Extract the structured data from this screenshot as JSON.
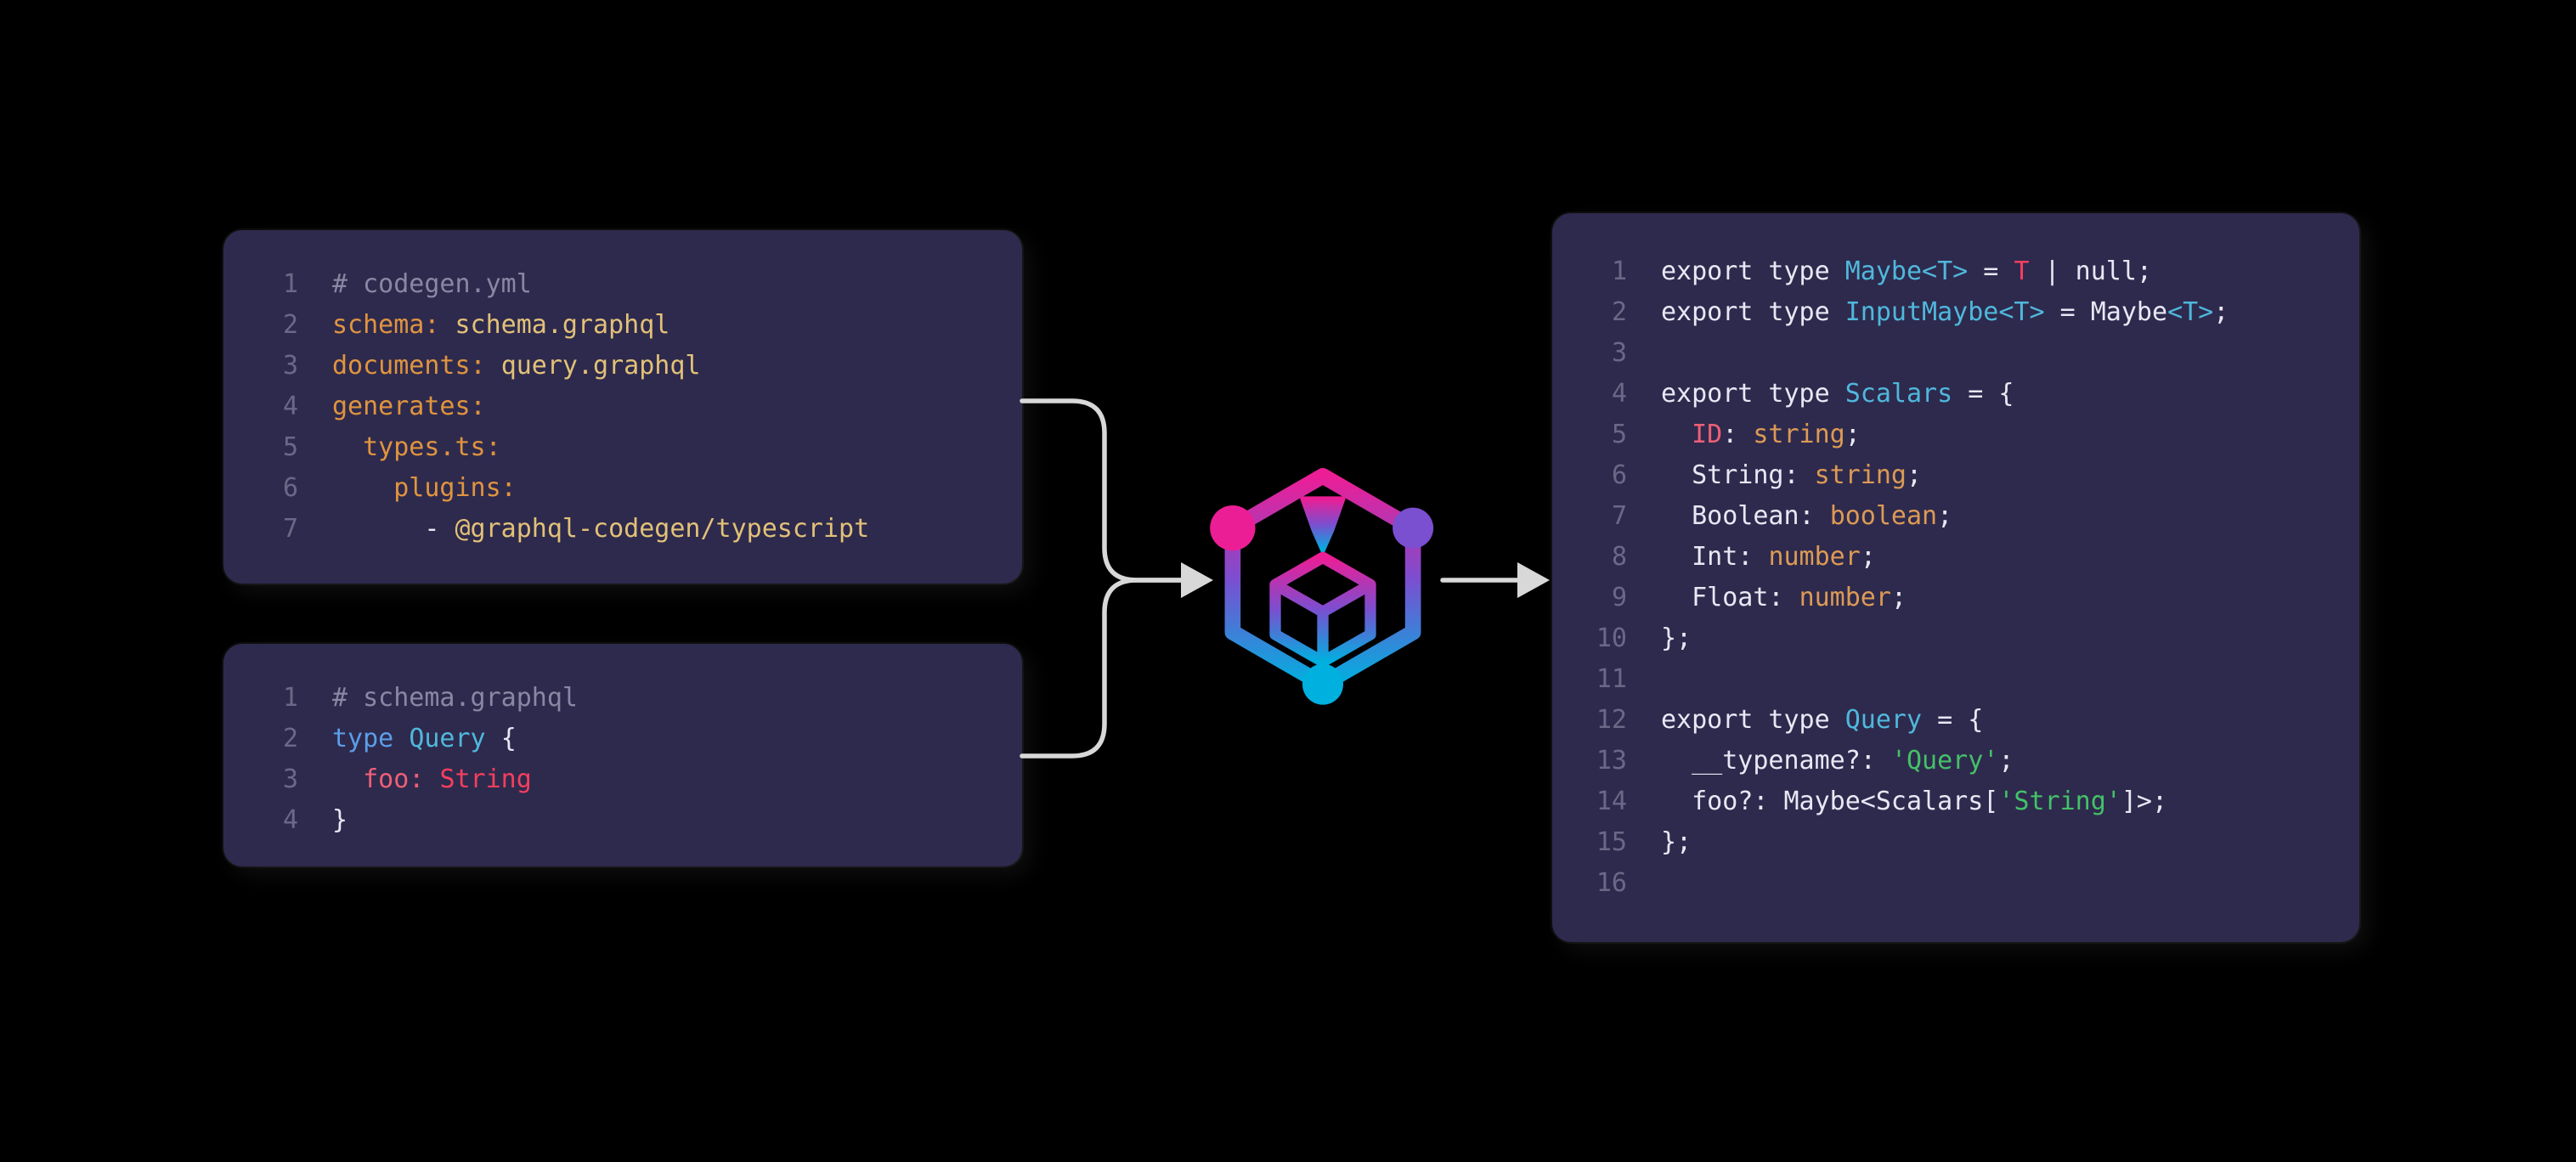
{
  "diagram": {
    "name": "graphql-code-generator-flow",
    "logo_name": "GraphQL Code Generator"
  },
  "colors": {
    "background": "#000000",
    "panel_bg": "#2e2a4d",
    "line_number": "#6b6887",
    "comment": "#8a87a3",
    "plain": "#e9e7f4",
    "key": "#e0943f",
    "value": "#e2c178",
    "keyword": "#5b9ee9",
    "cyan": "#4fb8dc",
    "prop": "#ee5f77",
    "type_red": "#f43f5e",
    "orange": "#dd9a55",
    "green": "#44c168",
    "arrow": "#d8d8d8",
    "logo_pink": "#ec1e96",
    "logo_purple": "#7a4fd0",
    "logo_cyan": "#00b0df"
  },
  "panels": [
    {
      "id": "codegen-yml",
      "lines": [
        {
          "n": "1",
          "tokens": [
            [
              "# codegen.yml",
              "comment"
            ]
          ]
        },
        {
          "n": "2",
          "tokens": [
            [
              "schema:",
              "key"
            ],
            [
              " ",
              "plain"
            ],
            [
              "schema.graphql",
              "value"
            ]
          ]
        },
        {
          "n": "3",
          "tokens": [
            [
              "documents:",
              "key"
            ],
            [
              " ",
              "plain"
            ],
            [
              "query.graphql",
              "value"
            ]
          ]
        },
        {
          "n": "4",
          "tokens": [
            [
              "generates:",
              "key"
            ]
          ]
        },
        {
          "n": "5",
          "tokens": [
            [
              "  ",
              "plain"
            ],
            [
              "types.ts:",
              "key"
            ]
          ]
        },
        {
          "n": "6",
          "tokens": [
            [
              "    ",
              "plain"
            ],
            [
              "plugins:",
              "key"
            ]
          ]
        },
        {
          "n": "7",
          "tokens": [
            [
              "      - ",
              "plain"
            ],
            [
              "@graphql-codegen/typescript",
              "value"
            ]
          ]
        }
      ]
    },
    {
      "id": "schema-graphql",
      "lines": [
        {
          "n": "1",
          "tokens": [
            [
              "# schema.graphql",
              "comment"
            ]
          ]
        },
        {
          "n": "2",
          "tokens": [
            [
              "type ",
              "keyword"
            ],
            [
              "Query ",
              "cyan"
            ],
            [
              "{",
              "plain"
            ]
          ]
        },
        {
          "n": "3",
          "tokens": [
            [
              "  ",
              "plain"
            ],
            [
              "foo:",
              "prop"
            ],
            [
              " ",
              "plain"
            ],
            [
              "String",
              "type_red"
            ]
          ]
        },
        {
          "n": "4",
          "tokens": [
            [
              "}",
              "plain"
            ]
          ]
        }
      ]
    },
    {
      "id": "generated-typescript",
      "lines": [
        {
          "n": "1",
          "tokens": [
            [
              "export type ",
              "plain"
            ],
            [
              "Maybe<T>",
              "cyan"
            ],
            [
              " = ",
              "plain"
            ],
            [
              "T",
              "type_red"
            ],
            [
              " | null;",
              "plain"
            ]
          ]
        },
        {
          "n": "2",
          "tokens": [
            [
              "export type ",
              "plain"
            ],
            [
              "InputMaybe<T>",
              "cyan"
            ],
            [
              " = Maybe",
              "plain"
            ],
            [
              "<T>",
              "cyan"
            ],
            [
              ";",
              "plain"
            ]
          ]
        },
        {
          "n": "3",
          "tokens": []
        },
        {
          "n": "4",
          "tokens": [
            [
              "export type ",
              "plain"
            ],
            [
              "Scalars",
              "cyan"
            ],
            [
              " = {",
              "plain"
            ]
          ]
        },
        {
          "n": "5",
          "tokens": [
            [
              "  ",
              "plain"
            ],
            [
              "ID",
              "prop"
            ],
            [
              ": ",
              "plain"
            ],
            [
              "string",
              "orange"
            ],
            [
              ";",
              "plain"
            ]
          ]
        },
        {
          "n": "6",
          "tokens": [
            [
              "  String: ",
              "plain"
            ],
            [
              "string",
              "orange"
            ],
            [
              ";",
              "plain"
            ]
          ]
        },
        {
          "n": "7",
          "tokens": [
            [
              "  Boolean: ",
              "plain"
            ],
            [
              "boolean",
              "orange"
            ],
            [
              ";",
              "plain"
            ]
          ]
        },
        {
          "n": "8",
          "tokens": [
            [
              "  Int: ",
              "plain"
            ],
            [
              "number",
              "orange"
            ],
            [
              ";",
              "plain"
            ]
          ]
        },
        {
          "n": "9",
          "tokens": [
            [
              "  Float: ",
              "plain"
            ],
            [
              "number",
              "orange"
            ],
            [
              ";",
              "plain"
            ]
          ]
        },
        {
          "n": "10",
          "tokens": [
            [
              "};",
              "plain"
            ]
          ]
        },
        {
          "n": "11",
          "tokens": []
        },
        {
          "n": "12",
          "tokens": [
            [
              "export type ",
              "plain"
            ],
            [
              "Query",
              "cyan"
            ],
            [
              " = {",
              "plain"
            ]
          ]
        },
        {
          "n": "13",
          "tokens": [
            [
              "  __typename?: ",
              "plain"
            ],
            [
              "'Query'",
              "green"
            ],
            [
              ";",
              "plain"
            ]
          ]
        },
        {
          "n": "14",
          "tokens": [
            [
              "  foo?: Maybe<Scalars[",
              "plain"
            ],
            [
              "'String'",
              "green"
            ],
            [
              "]>;",
              "plain"
            ]
          ]
        },
        {
          "n": "15",
          "tokens": [
            [
              "};",
              "plain"
            ]
          ]
        },
        {
          "n": "16",
          "tokens": []
        }
      ]
    }
  ]
}
